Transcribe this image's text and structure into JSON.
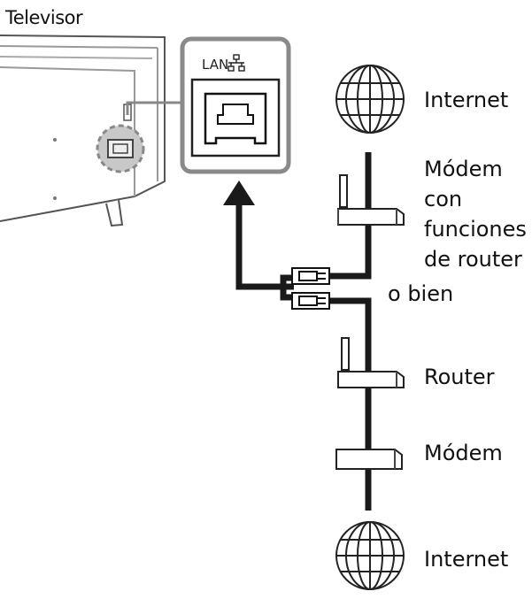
{
  "tv_label": "Televisor",
  "port_label": "LAN",
  "icons": {
    "lan_port": "lan-port-icon",
    "network_symbol": "network-symbol-icon",
    "globe": "globe-icon",
    "modem": "modem-icon",
    "router": "router-icon",
    "ethernet_plug": "ethernet-plug-icon"
  },
  "devices": {
    "internet_top": "Internet",
    "modem_router_lines": [
      "Módem",
      "con",
      "funciones",
      "de router"
    ],
    "alternative": "o bien",
    "router": "Router",
    "modem": "Módem",
    "internet_bottom": "Internet"
  },
  "colors": {
    "cable": "#1a1a1a",
    "callout_border": "#8a8a8a",
    "highlight": "#bdbdbd"
  }
}
